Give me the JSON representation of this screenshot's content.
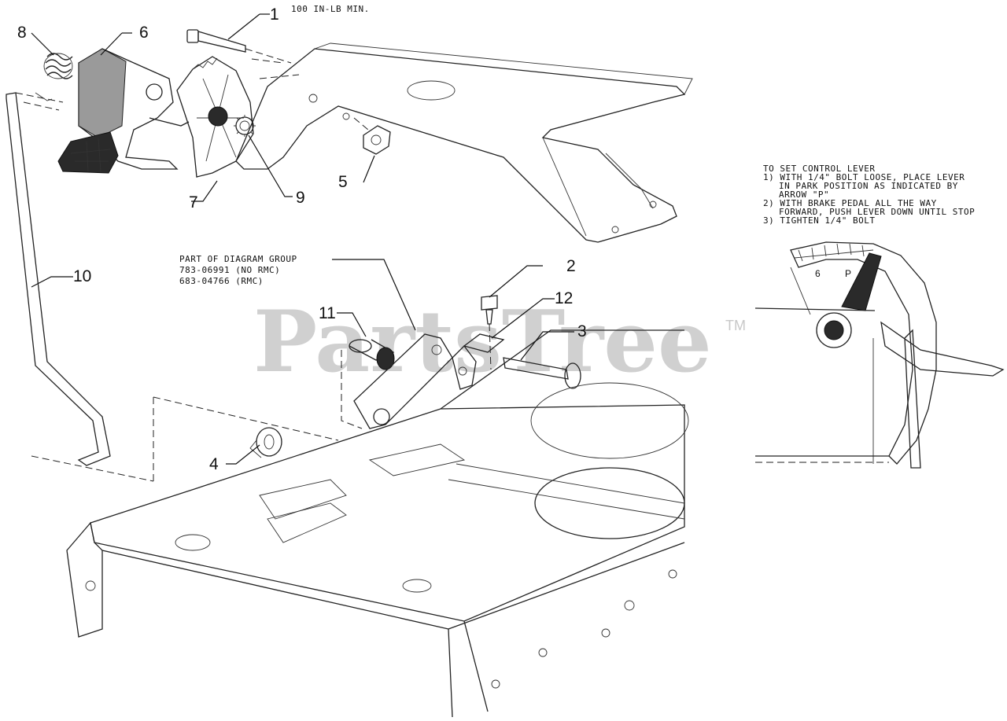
{
  "torque_note": "100 IN-LB MIN.",
  "watermark": {
    "text": "PartsTree",
    "trademark": "TM"
  },
  "group_note": {
    "line1": "PART OF DIAGRAM GROUP",
    "line2": "783-06991 (NO RMC)",
    "line3": "683-04766 (RMC)"
  },
  "instructions": {
    "title": "TO SET CONTROL LEVER",
    "step1_a": "1) WITH 1/4\" BOLT LOOSE, PLACE LEVER",
    "step1_b": "IN PARK POSITION AS INDICATED BY",
    "step1_c": "ARROW \"P\"",
    "step2_a": "2) WITH BRAKE PEDAL ALL THE WAY",
    "step2_b": "FORWARD, PUSH LEVER DOWN UNTIL STOP",
    "step3": "3) TIGHTEN 1/4\" BOLT"
  },
  "detail_marks": {
    "six": "6",
    "p": "P"
  },
  "callouts": [
    {
      "id": "1",
      "label": "1"
    },
    {
      "id": "2",
      "label": "2"
    },
    {
      "id": "3",
      "label": "3"
    },
    {
      "id": "4",
      "label": "4"
    },
    {
      "id": "5",
      "label": "5"
    },
    {
      "id": "6",
      "label": "6"
    },
    {
      "id": "7",
      "label": "7"
    },
    {
      "id": "8",
      "label": "8"
    },
    {
      "id": "9",
      "label": "9"
    },
    {
      "id": "10",
      "label": "10"
    },
    {
      "id": "11",
      "label": "11"
    },
    {
      "id": "12",
      "label": "12"
    }
  ]
}
